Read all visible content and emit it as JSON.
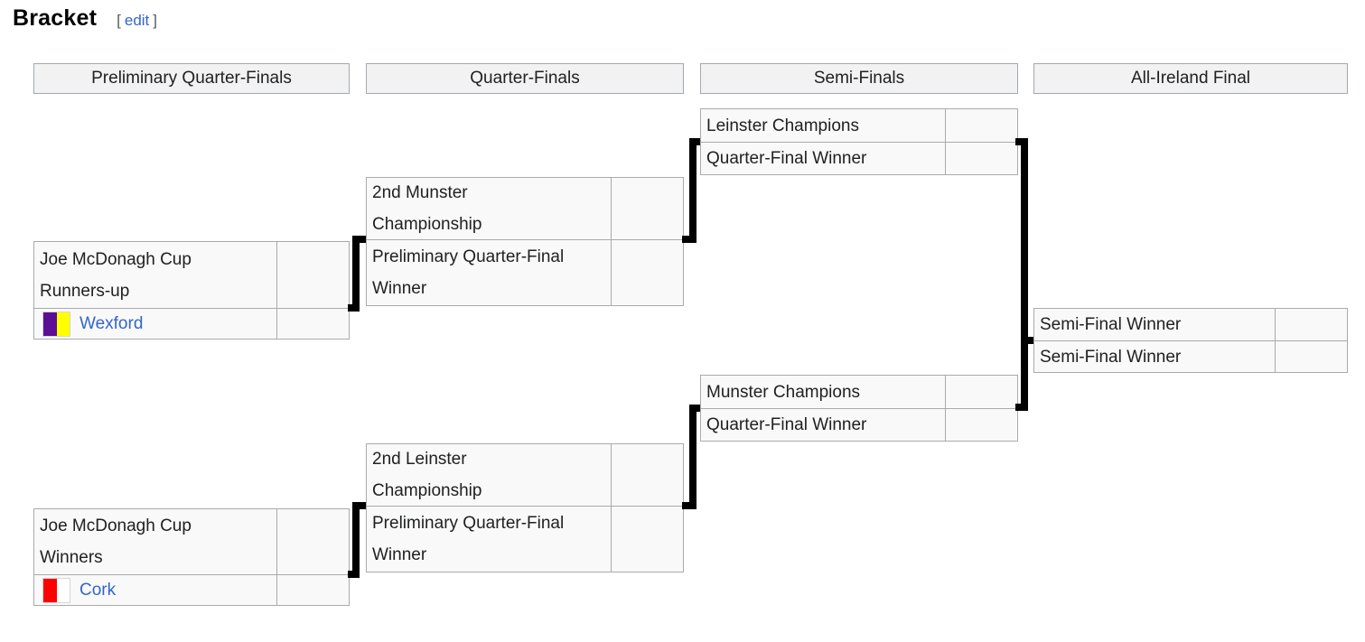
{
  "page": {
    "title": "Bracket",
    "edit_link": {
      "bracket_open": "[",
      "label": "edit",
      "bracket_close": "]"
    }
  },
  "colors": {
    "link_blue": "#3366cc",
    "cell_background": "#f9f9f9",
    "header_background": "#f2f2f2",
    "border_gray": "#aaaaaa",
    "connector_black": "#000000"
  },
  "bracket": {
    "rounds": [
      "Preliminary Quarter-Finals",
      "Quarter-Finals",
      "Semi-Finals",
      "All-Ireland Final"
    ],
    "matches": {
      "prelim_top": {
        "team1": {
          "name": "Joe McDonagh Cup\nRunners-up",
          "score": ""
        },
        "team2": {
          "name": "Wexford",
          "score": "",
          "flag_colors": [
            "#5c0d96",
            "#ffff00"
          ]
        }
      },
      "prelim_bottom": {
        "team1": {
          "name": "Joe McDonagh Cup\nWinners",
          "score": ""
        },
        "team2": {
          "name": "Cork",
          "score": "",
          "flag_colors": [
            "#ff0000",
            "#ffffff"
          ]
        }
      },
      "qf_top": {
        "team1": {
          "name": "2nd Munster\nChampionship",
          "score": ""
        },
        "team2": {
          "name": "Preliminary Quarter-Final\nWinner",
          "score": ""
        }
      },
      "qf_bottom": {
        "team1": {
          "name": "2nd Leinster\nChampionship",
          "score": ""
        },
        "team2": {
          "name": "Preliminary Quarter-Final\nWinner",
          "score": ""
        }
      },
      "semi_top": {
        "team1": {
          "name": "Leinster Champions",
          "score": ""
        },
        "team2": {
          "name": "Quarter-Final Winner",
          "score": ""
        }
      },
      "semi_bottom": {
        "team1": {
          "name": "Munster Champions",
          "score": ""
        },
        "team2": {
          "name": "Quarter-Final Winner",
          "score": ""
        }
      },
      "final": {
        "team1": {
          "name": "Semi-Final Winner",
          "score": ""
        },
        "team2": {
          "name": "Semi-Final Winner",
          "score": ""
        }
      }
    }
  }
}
